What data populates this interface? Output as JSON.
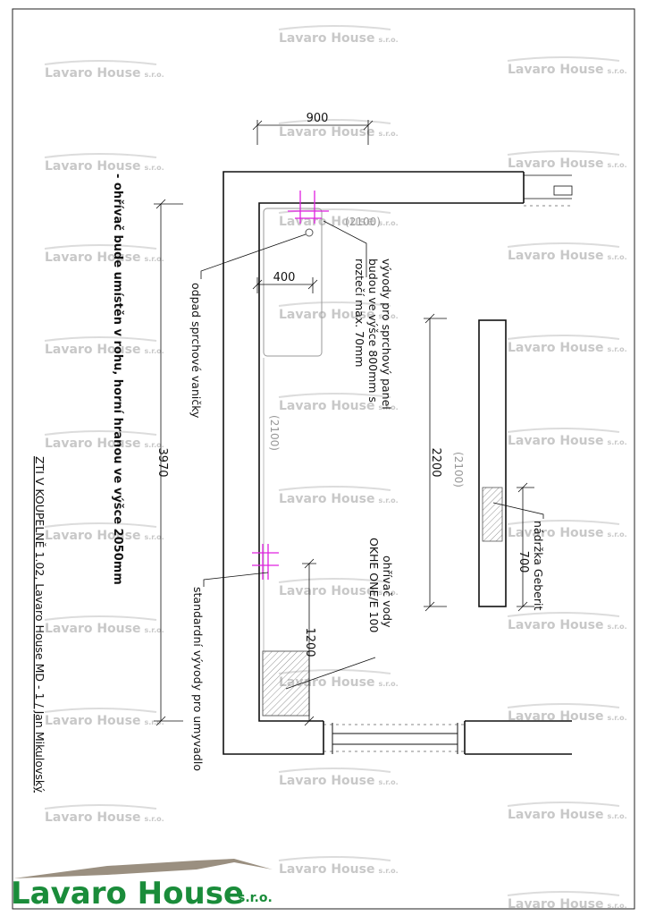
{
  "watermark": {
    "main": "Lavaro House",
    "suffix": "s.r.o."
  },
  "logo": {
    "main": "Lavaro House",
    "suffix": "s.r.o.",
    "color": "#1a8c3a"
  },
  "dimensions": {
    "width_900": "900",
    "offset_400": "400",
    "total_3970": "3970",
    "wall_2200": "2200",
    "geberit_700": "700",
    "boiler_1200": "1200",
    "height_top": "(2100)",
    "height_mid": "(2100)",
    "height_right": "(2100)"
  },
  "annotations": {
    "shower_outlets_line1": "vývody pro sprchový panel",
    "shower_outlets_line2": "budou ve výšce 800mm s",
    "shower_outlets_line3": "roztečí max. 70mm",
    "shower_drain": "odpad sprchové vaničky",
    "boiler_line1": "ohřívač vody",
    "boiler_line2": "OKHE ONE/E 100",
    "geberit_tank": "nádržka Geberit",
    "washbasin_outlets": "standardní vývody pro umyvadlo",
    "boiler_note": "- ohřívač bude umístěn v rohu, horní hranou ve výšce 2050mm",
    "title": "ZTI V KOUPELNĚ 1.02, Lavaro House MD - 1 / Jan Mikulovský"
  },
  "colors": {
    "outlet_marker": "#e020e0",
    "ink": "#111111",
    "watermark": "#c8c8c8"
  }
}
